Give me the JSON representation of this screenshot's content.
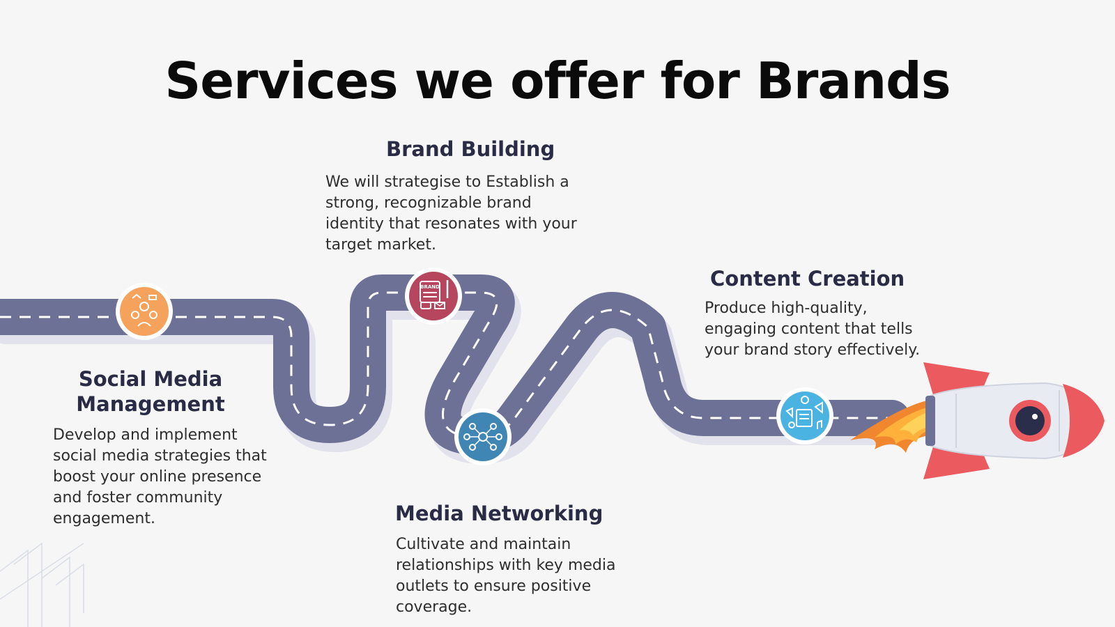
{
  "title": "Services we offer for Brands",
  "services": [
    {
      "heading": "Brand Building",
      "description": "We will strategise to Establish a strong, recognizable brand identity that resonates with your target market.",
      "icon": "brand-identity-icon",
      "color": "#b5465d"
    },
    {
      "heading": "Content Creation",
      "description": "Produce high-quality, engaging content that tells your brand story effectively.",
      "icon": "content-creation-icon",
      "color": "#4bb3e2"
    },
    {
      "heading": "Social Media Management",
      "description": "Develop and implement social media strategies that boost your online presence and foster community engagement.",
      "icon": "social-community-icon",
      "color": "#f5a25d"
    },
    {
      "heading": "Media Networking",
      "description": "Cultivate and maintain relationships with key media outlets to ensure positive coverage.",
      "icon": "network-icon",
      "color": "#3f86b4"
    }
  ],
  "colors": {
    "road": "#6e7196",
    "road_shadow": "#e1e1ec",
    "rocket_body": "#e8ebf2",
    "rocket_red": "#ea5a5f"
  },
  "decor": {
    "icon": "rocket-icon",
    "brand_badge": "BRAND"
  }
}
